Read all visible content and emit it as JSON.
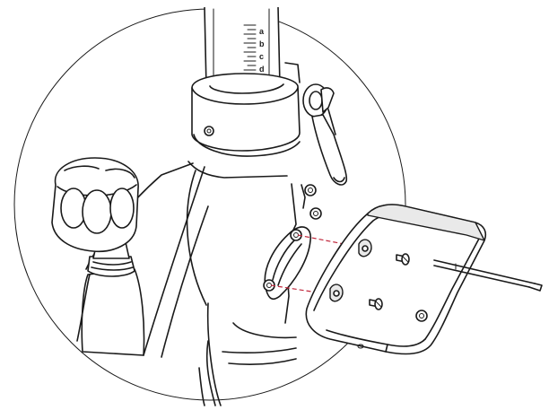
{
  "height_scale": {
    "labels": [
      "a",
      "b",
      "c",
      "d"
    ]
  },
  "colors": {
    "line": "#1a1a1a",
    "alignment_dash": "#c0263b",
    "background": "#ffffff"
  }
}
